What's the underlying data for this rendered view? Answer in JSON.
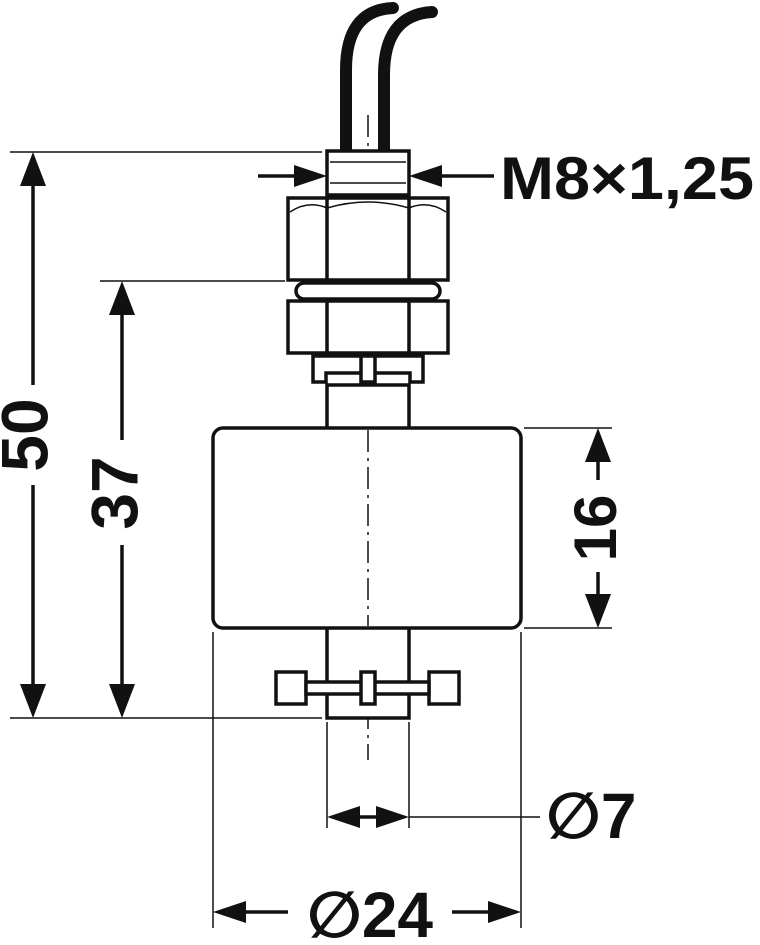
{
  "drawing": {
    "labels": {
      "thread": "M8×1,25",
      "total_height": "50",
      "nut_height": "37",
      "float_height": "16",
      "stem_diameter": "∅7",
      "float_diameter": "∅24"
    }
  }
}
